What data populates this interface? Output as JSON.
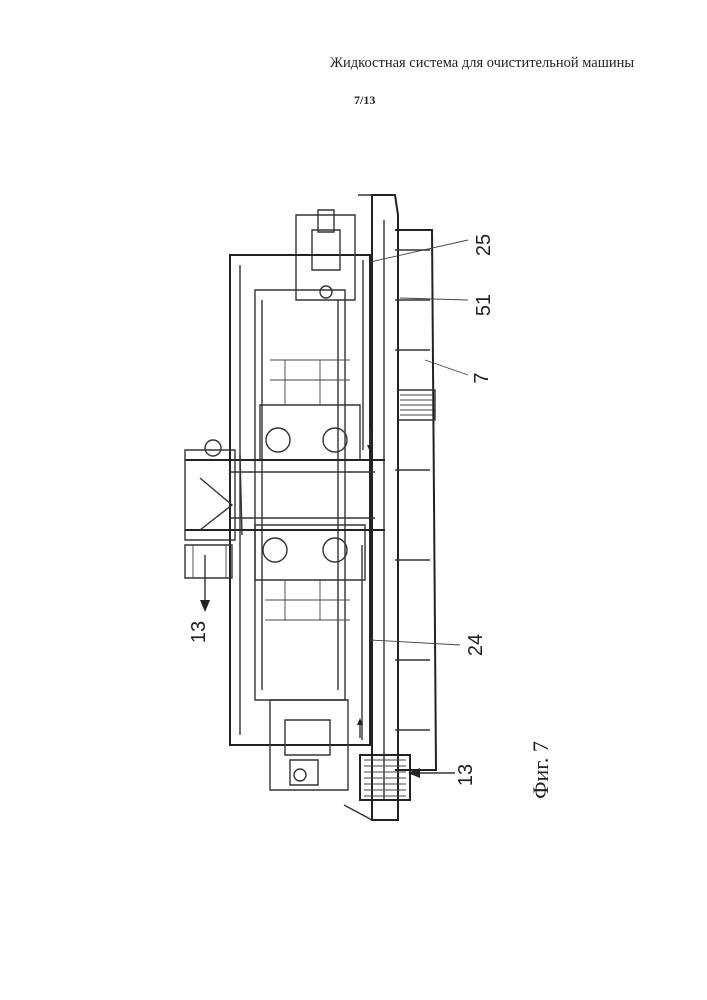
{
  "header": {
    "title": "Жидкостная система для очистительной машины",
    "page_number": "7/13"
  },
  "figure": {
    "caption": "Фиг. 7",
    "labels": {
      "ref_25": "25",
      "ref_51": "51",
      "ref_7": "7",
      "ref_24": "24",
      "ref_13_top": "13",
      "ref_13_bottom": "13"
    }
  }
}
